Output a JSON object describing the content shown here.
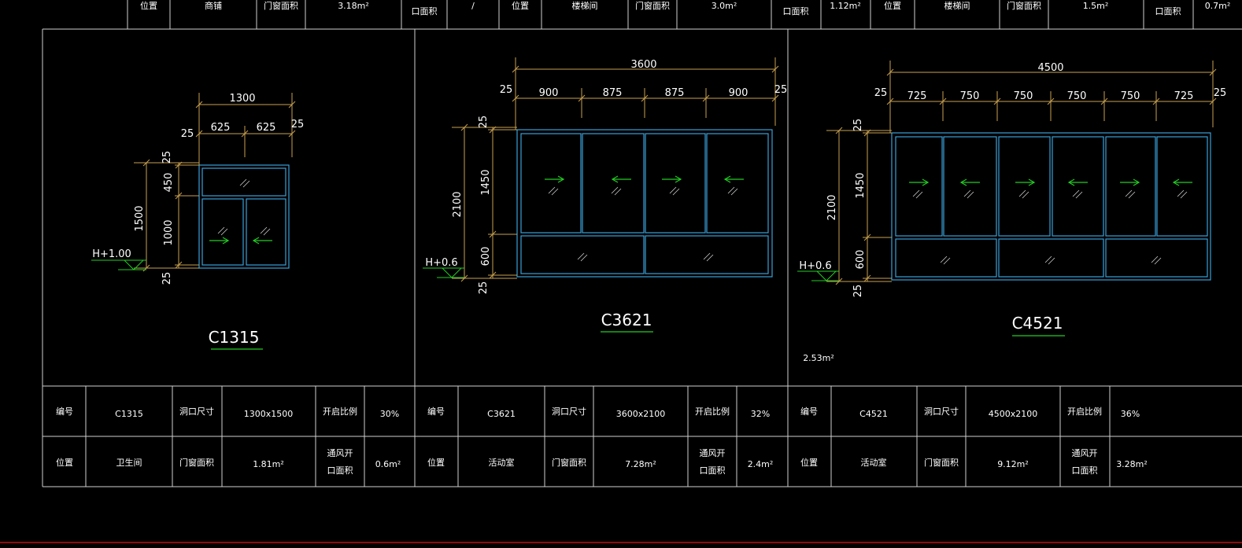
{
  "colors": {
    "background": "#000000",
    "frame": "#cfcfcf",
    "dimension": "#c8a050",
    "window": "#3aa0d8",
    "arrow": "#22cc22",
    "underline": "#22cc22",
    "bottom_line": "#c01010"
  },
  "top_strip": {
    "cells": [
      "位置",
      "商铺",
      "门窗面积",
      "3.18m²",
      "口面积",
      "/",
      "位置",
      "楼梯间",
      "门窗面积",
      "3.0m²",
      "口面积",
      "1.12m²",
      "位置",
      "楼梯间",
      "门窗面积",
      "1.5m²",
      "口面积",
      "0.7m²"
    ]
  },
  "windows": [
    {
      "code": "C1315",
      "total_width": "1300",
      "side_gap": "25",
      "widths": [
        "625",
        "625"
      ],
      "height_total": "1500",
      "heights": [
        "25",
        "450",
        "1000",
        "25"
      ],
      "sill_label": "H+1.00",
      "table": {
        "code_label": "编号",
        "code": "C1315",
        "size_label": "洞口尺寸",
        "size": "1300x1500",
        "ratio_label": "开启比例",
        "ratio": "30%",
        "position_label": "位置",
        "position": "卫生间",
        "area_label": "门窗面积",
        "area": "1.81m²",
        "vent_label_1": "通风开",
        "vent_label_2": "口面积",
        "vent_area": "0.6m²"
      }
    },
    {
      "code": "C3621",
      "total_width": "3600",
      "side_gap": "25",
      "widths": [
        "900",
        "875",
        "875",
        "900"
      ],
      "height_total": "2100",
      "heights": [
        "25",
        "1450",
        "600",
        "25"
      ],
      "sill_label": "H+0.6",
      "table": {
        "code_label": "编号",
        "code": "C3621",
        "size_label": "洞口尺寸",
        "size": "3600x2100",
        "ratio_label": "开启比例",
        "ratio": "32%",
        "position_label": "位置",
        "position": "活动室",
        "area_label": "门窗面积",
        "area": "7.28m²",
        "vent_label_1": "通风开",
        "vent_label_2": "口面积",
        "vent_area": "2.4m²"
      }
    },
    {
      "code": "C4521",
      "total_width": "4500",
      "side_gap": "25",
      "widths": [
        "725",
        "750",
        "750",
        "750",
        "750",
        "725"
      ],
      "height_total": "2100",
      "heights": [
        "25",
        "1450",
        "600",
        "25"
      ],
      "sill_label": "H+0.6",
      "extra_note": "2.53m²",
      "table": {
        "code_label": "编号",
        "code": "C4521",
        "size_label": "洞口尺寸",
        "size": "4500x2100",
        "ratio_label": "开启比例",
        "ratio": "36%",
        "position_label": "位置",
        "position": "活动室",
        "area_label": "门窗面积",
        "area": "9.12m²",
        "vent_label_1": "通风开",
        "vent_label_2": "口面积",
        "vent_area": "3.28m²"
      }
    }
  ]
}
